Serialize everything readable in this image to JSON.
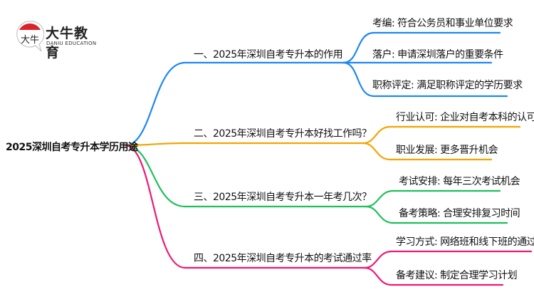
{
  "logo": {
    "name_cn": "大牛教育",
    "name_en": "DANIU EDUCATION",
    "mark_text": "大牛"
  },
  "root": {
    "label": "2025深圳自考专升本学历用途"
  },
  "colors": {
    "blue": "#1e88f0",
    "orange": "#f5a400",
    "green": "#1fbf5a",
    "pink": "#ec1a72"
  },
  "branches": [
    {
      "label": "一、2025年深圳自考专升本的作用",
      "children": [
        "考编: 符合公务员和事业单位要求",
        "落户: 申请深圳落户的重要条件",
        "职称评定: 满足职称评定的学历要求"
      ]
    },
    {
      "label": "二、2025年深圳自考专升本好找工作吗？",
      "children": [
        "行业认可: 企业对自考本科的认可",
        "职业发展: 更多晋升机会"
      ]
    },
    {
      "label": "三、2025年深圳自考专升本一年考几次？",
      "children": [
        "考试安排: 每年三次考试机会",
        "备考策略: 合理安排复习时间"
      ]
    },
    {
      "label": "四、2025年深圳自考专升本的考试通过率",
      "children": [
        "学习方式: 网络班和线下班的通过率",
        "备考建议: 制定合理学习计划"
      ]
    }
  ]
}
